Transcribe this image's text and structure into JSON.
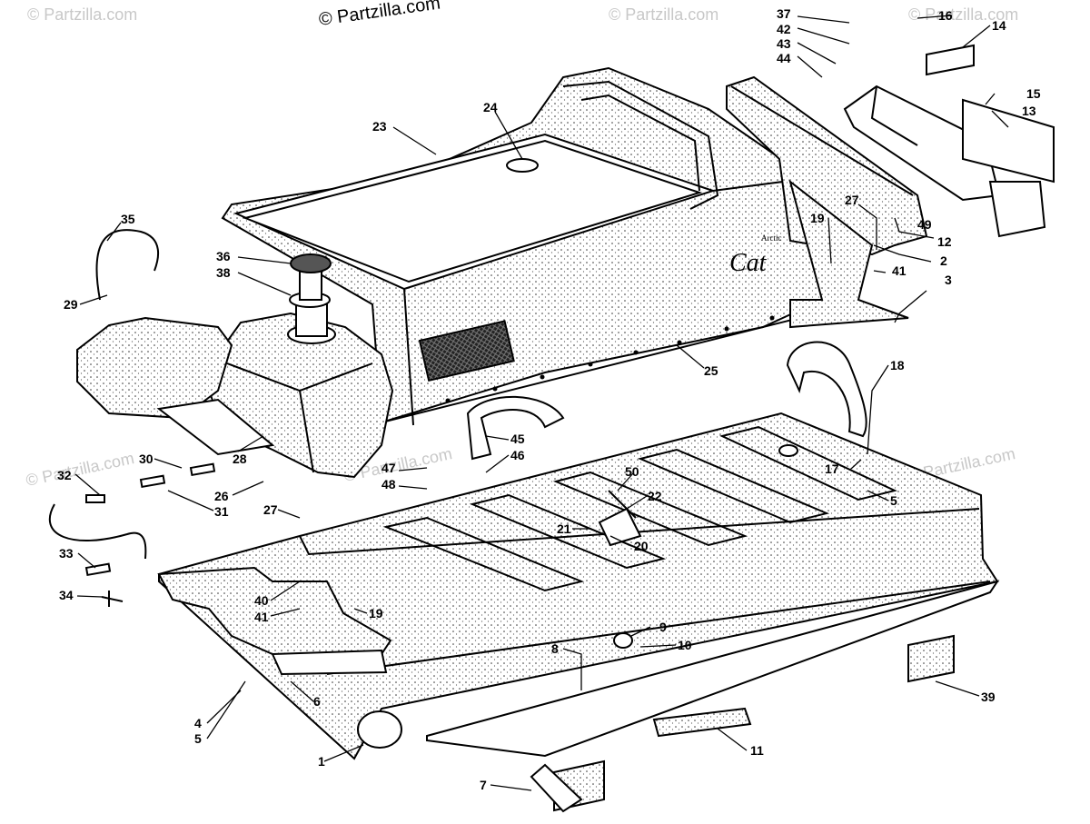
{
  "copyright": "© Partzilla.com",
  "watermark": "© Partzilla.com",
  "emblem_text": {
    "small": "Arctic",
    "large": "Cat"
  },
  "callouts": [
    "1",
    "2",
    "3",
    "4",
    "5",
    "5",
    "6",
    "7",
    "8",
    "9",
    "10",
    "11",
    "12",
    "13",
    "14",
    "15",
    "16",
    "17",
    "18",
    "19",
    "19",
    "20",
    "21",
    "22",
    "23",
    "24",
    "25",
    "26",
    "27",
    "27",
    "28",
    "29",
    "30",
    "31",
    "32",
    "33",
    "34",
    "35",
    "36",
    "37",
    "38",
    "39",
    "40",
    "41",
    "41",
    "42",
    "43",
    "44",
    "45",
    "46",
    "47",
    "48",
    "49",
    "50"
  ]
}
